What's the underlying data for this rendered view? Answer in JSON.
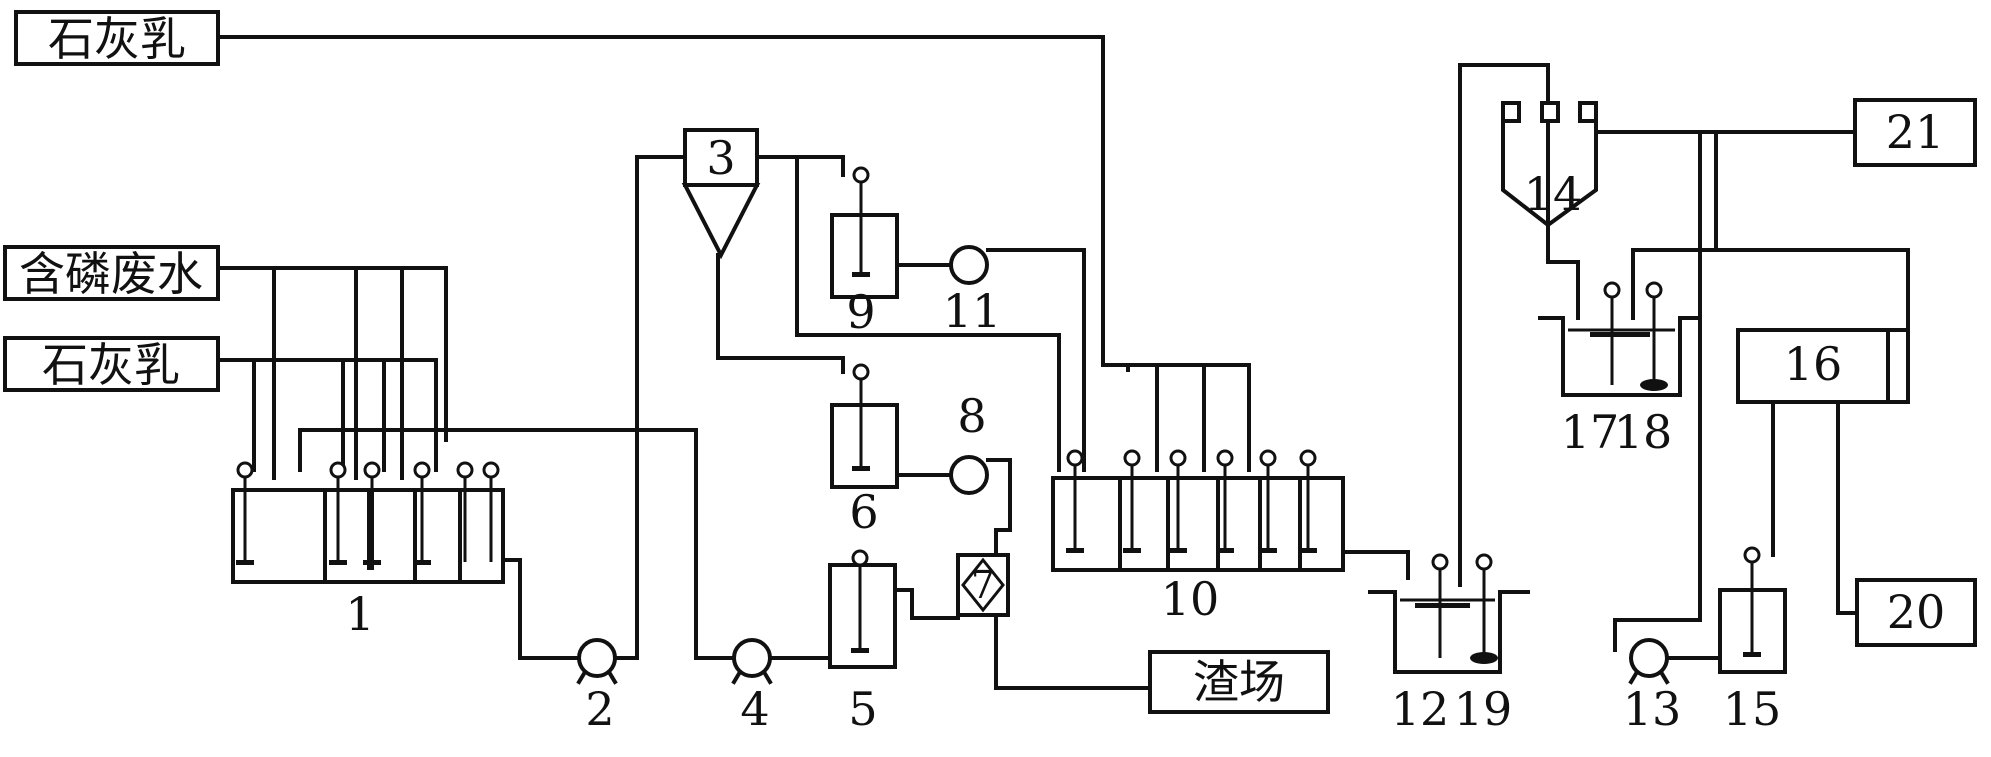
{
  "inputs": {
    "lime_milk_top": "石灰乳",
    "phosphorus_wastewater": "含磷废水",
    "lime_milk_left": "石灰乳",
    "slag_yard": "渣场"
  },
  "units": {
    "u1": "1",
    "u2": "2",
    "u3": "3",
    "u4": "4",
    "u5": "5",
    "u6": "6",
    "u7": "7",
    "u8": "8",
    "u9": "9",
    "u10": "10",
    "u11": "11",
    "u12": "12",
    "u13": "13",
    "u14": "14",
    "u15": "15",
    "u16": "16",
    "u17": "17",
    "u18": "18",
    "u19": "19",
    "u20": "20",
    "u21": "21"
  }
}
